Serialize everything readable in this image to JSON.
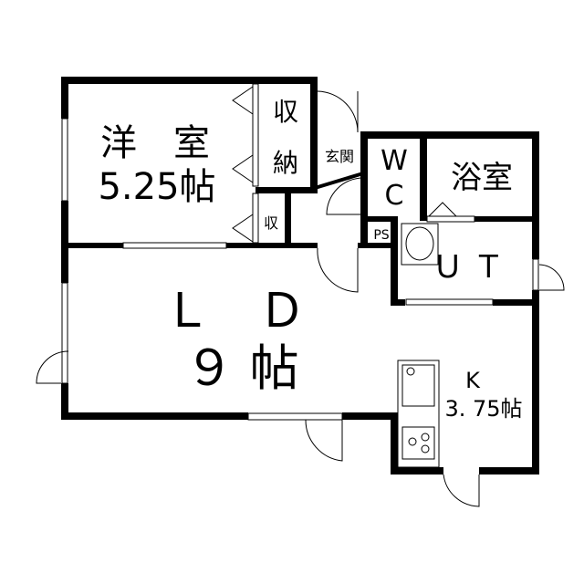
{
  "floor_plan": {
    "rooms": {
      "western_room": {
        "name": "洋　室",
        "size": "5.25帖"
      },
      "closet_large": {
        "line1": "収",
        "line2": "納"
      },
      "closet_small": {
        "label": "収"
      },
      "entrance": {
        "label": "玄関"
      },
      "toilet": {
        "line1": "W",
        "line2": "C"
      },
      "bathroom": {
        "label": "浴室"
      },
      "pipe_space": {
        "label": "PS"
      },
      "utility": {
        "label": "Ｕ Ｔ"
      },
      "living_dining": {
        "name": "Ｌ　Ｄ",
        "size": "９ 帖"
      },
      "kitchen": {
        "name": "K",
        "size": "3. 75帖"
      }
    },
    "colors": {
      "wall": "#000000",
      "background": "#ffffff"
    }
  }
}
